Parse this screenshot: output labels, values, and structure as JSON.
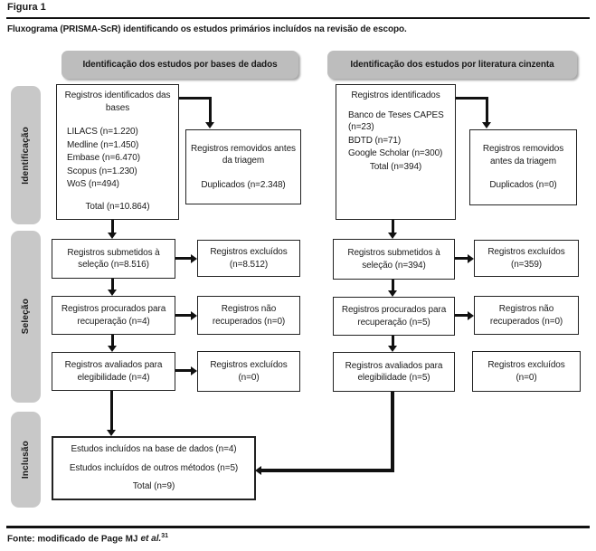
{
  "figure": {
    "label": "Figura 1",
    "caption": "Fluxograma (PRISMA-ScR) identificando os estudos primários incluídos na revisão de escopo.",
    "source": {
      "prefix": "Fonte: modificado de Page MJ",
      "etal": "et al.",
      "ref": "31"
    }
  },
  "headers": {
    "database": "Identificação dos estudos por bases de dados",
    "grey_literature": "Identificação dos estudos por literatura cinzenta"
  },
  "stages": [
    "Identificação",
    "Seleção",
    "Inclusão"
  ],
  "boxes": {
    "db_identified": {
      "title": "Registros identificados das bases",
      "items": [
        "LILACS (n=1.220)",
        "Medline (n=1.450)",
        "Embase (n=6.470)",
        "Scopus (n=1.230)",
        "WoS (n=494)"
      ],
      "total": "Total (n=10.864)"
    },
    "db_removed": {
      "line1": "Registros removidos antes da triagem",
      "line2": "Duplicados (n=2.348)"
    },
    "grey_identified": {
      "title": "Registros identificados",
      "items": [
        "Banco de Teses CAPES (n=23)",
        "BDTD (n=71)",
        "Google Scholar (n=300)"
      ],
      "total": "Total (n=394)"
    },
    "grey_removed": {
      "line1": "Registros removidos antes da triagem",
      "line2": "Duplicados (n=0)"
    },
    "db_screened": "Registros submetidos à seleção (n=8.516)",
    "db_excluded_screen": "Registros excluídos (n=8.512)",
    "grey_screened": "Registros submetidos à seleção (n=394)",
    "grey_excluded_screen": "Registros excluídos (n=359)",
    "db_sought": "Registros procurados para recuperação (n=4)",
    "db_not_retrieved": "Registros não recuperados (n=0)",
    "grey_sought": "Registros procurados para recuperação (n=5)",
    "grey_not_retrieved": "Registros não recuperados (n=0)",
    "db_assessed": "Registros avaliados para elegibilidade (n=4)",
    "db_excluded_elig": "Registros excluídos (n=0)",
    "grey_assessed": "Registros avaliados para elegibilidade (n=5)",
    "grey_excluded_elig": "Registros excluídos (n=0)",
    "included": {
      "lines": [
        "Estudos incluídos na base de dados (n=4)",
        "Estudos incluídos de outros métodos (n=5)",
        "Total (n=9)"
      ]
    }
  },
  "colors": {
    "pill_gray": "#bdbdbd",
    "stage_gray": "#c8c8c8",
    "line_black": "#111111"
  }
}
